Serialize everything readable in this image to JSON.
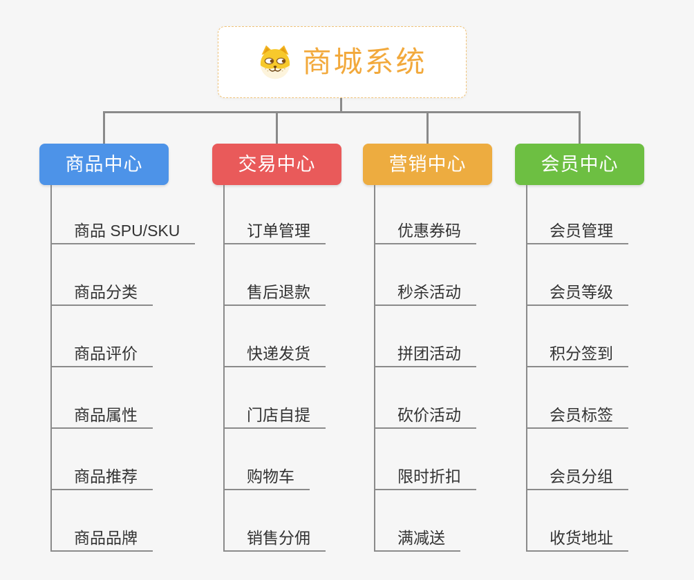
{
  "root": {
    "title": "商城系统",
    "icon": "dog-face-icon",
    "title_color": "#F2A93C",
    "border_color": "#F0C277"
  },
  "connector_color": "#8A8A8A",
  "branches": [
    {
      "label": "商品中心",
      "color": "#4D93E8",
      "items": [
        "商品 SPU/SKU",
        "商品分类",
        "商品评价",
        "商品属性",
        "商品推荐",
        "商品品牌"
      ]
    },
    {
      "label": "交易中心",
      "color": "#E95A5A",
      "items": [
        "订单管理",
        "售后退款",
        "快递发货",
        "门店自提",
        "购物车",
        "销售分佣"
      ]
    },
    {
      "label": "营销中心",
      "color": "#EDAC40",
      "items": [
        "优惠券码",
        "秒杀活动",
        "拼团活动",
        "砍价活动",
        "限时折扣",
        "满减送"
      ]
    },
    {
      "label": "会员中心",
      "color": "#6DBF42",
      "items": [
        "会员管理",
        "会员等级",
        "积分签到",
        "会员标签",
        "会员分组",
        "收货地址"
      ]
    }
  ]
}
